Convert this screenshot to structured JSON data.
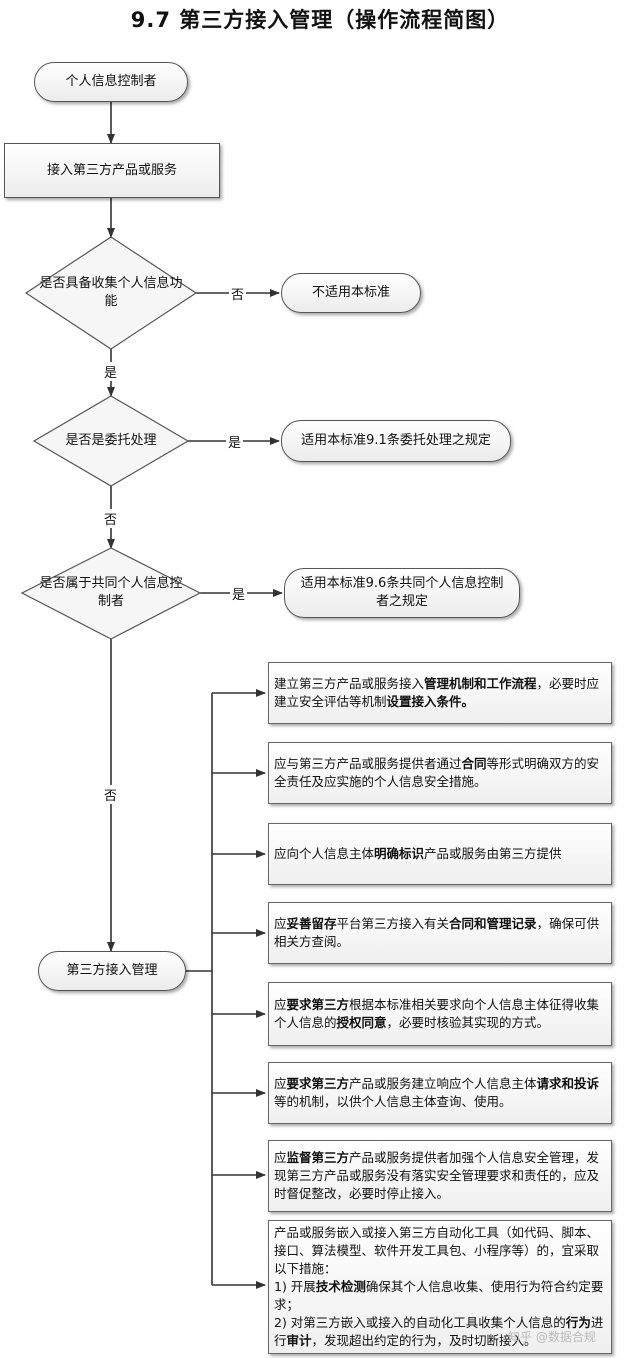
{
  "title": "9.7 第三方接入管理（操作流程简图）",
  "nodes": {
    "start": "个人信息控制者",
    "access": "接入第三方产品或服务",
    "d1": "是否具备收集个人信息功能",
    "na": "不适用本标准",
    "d2": "是否是委托处理",
    "r2": "适用本标准9.1条委托处理之规定",
    "d3": "是否属于共同个人信息控制者",
    "r3": "适用本标准9.6条共同个人信息控制者之规定",
    "mgmt": "第三方接入管理"
  },
  "edges": {
    "d1_no": "否",
    "d1_yes": "是",
    "d2_yes": "是",
    "d2_no": "否",
    "d3_yes": "是",
    "d3_no": "否"
  },
  "measures": [
    [
      {
        "t": "建立第三方产品或服务接入"
      },
      {
        "t": "管理机制和工作流程",
        "b": true
      },
      {
        "t": "，必要时应建立安全评估等机制"
      },
      {
        "t": "设置接入条件。",
        "b": true
      }
    ],
    [
      {
        "t": "应与第三方产品或服务提供者通过"
      },
      {
        "t": "合同",
        "b": true
      },
      {
        "t": "等形式明确双方的安全责任及应实施的个人信息安全措施。"
      }
    ],
    [
      {
        "t": "应向个人信息主体"
      },
      {
        "t": "明确标识",
        "b": true
      },
      {
        "t": "产品或服务由第三方提供"
      }
    ],
    [
      {
        "t": "应"
      },
      {
        "t": "妥善留存",
        "b": true
      },
      {
        "t": "平台第三方接入有关"
      },
      {
        "t": "合同和管理记录",
        "b": true
      },
      {
        "t": "，确保可供相关方查阅。"
      }
    ],
    [
      {
        "t": "应"
      },
      {
        "t": "要求第三方",
        "b": true
      },
      {
        "t": "根据本标准相关要求向个人信息主体征得收集个人信息的"
      },
      {
        "t": "授权同意",
        "b": true
      },
      {
        "t": "，必要时核验其实现的方式。"
      }
    ],
    [
      {
        "t": "应"
      },
      {
        "t": "要求第三方",
        "b": true
      },
      {
        "t": "产品或服务建立响应个人信息主体"
      },
      {
        "t": "请求和投诉",
        "b": true
      },
      {
        "t": "等的机制，以供个人信息主体查询、使用。"
      }
    ],
    [
      {
        "t": "应"
      },
      {
        "t": "监督第三方",
        "b": true
      },
      {
        "t": "产品或服务提供者加强个人信息安全管理，发现第三方产品或服务没有落实安全管理要求和责任的，应及时督促整改，必要时停止接入。"
      }
    ],
    [
      {
        "t": "产品或服务嵌入或接入第三方自动化工具（如代码、脚本、接口、算法模型、软件开发工具包、小程序等）的，宜采取以下措施："
      },
      {
        "br": true
      },
      {
        "t": "1) 开展"
      },
      {
        "t": "技术检测",
        "b": true
      },
      {
        "t": "确保其个人信息收集、使用行为符合约定要求；"
      },
      {
        "br": true
      },
      {
        "t": "2) 对第三方嵌入或接入的自动化工具收集个人信息的"
      },
      {
        "t": "行为",
        "b": true
      },
      {
        "t": "进行"
      },
      {
        "t": "审计",
        "b": true
      },
      {
        "t": "，发现超出约定的行为，及时切断接入。"
      }
    ]
  ],
  "watermark": "知乎 @数据合规"
}
